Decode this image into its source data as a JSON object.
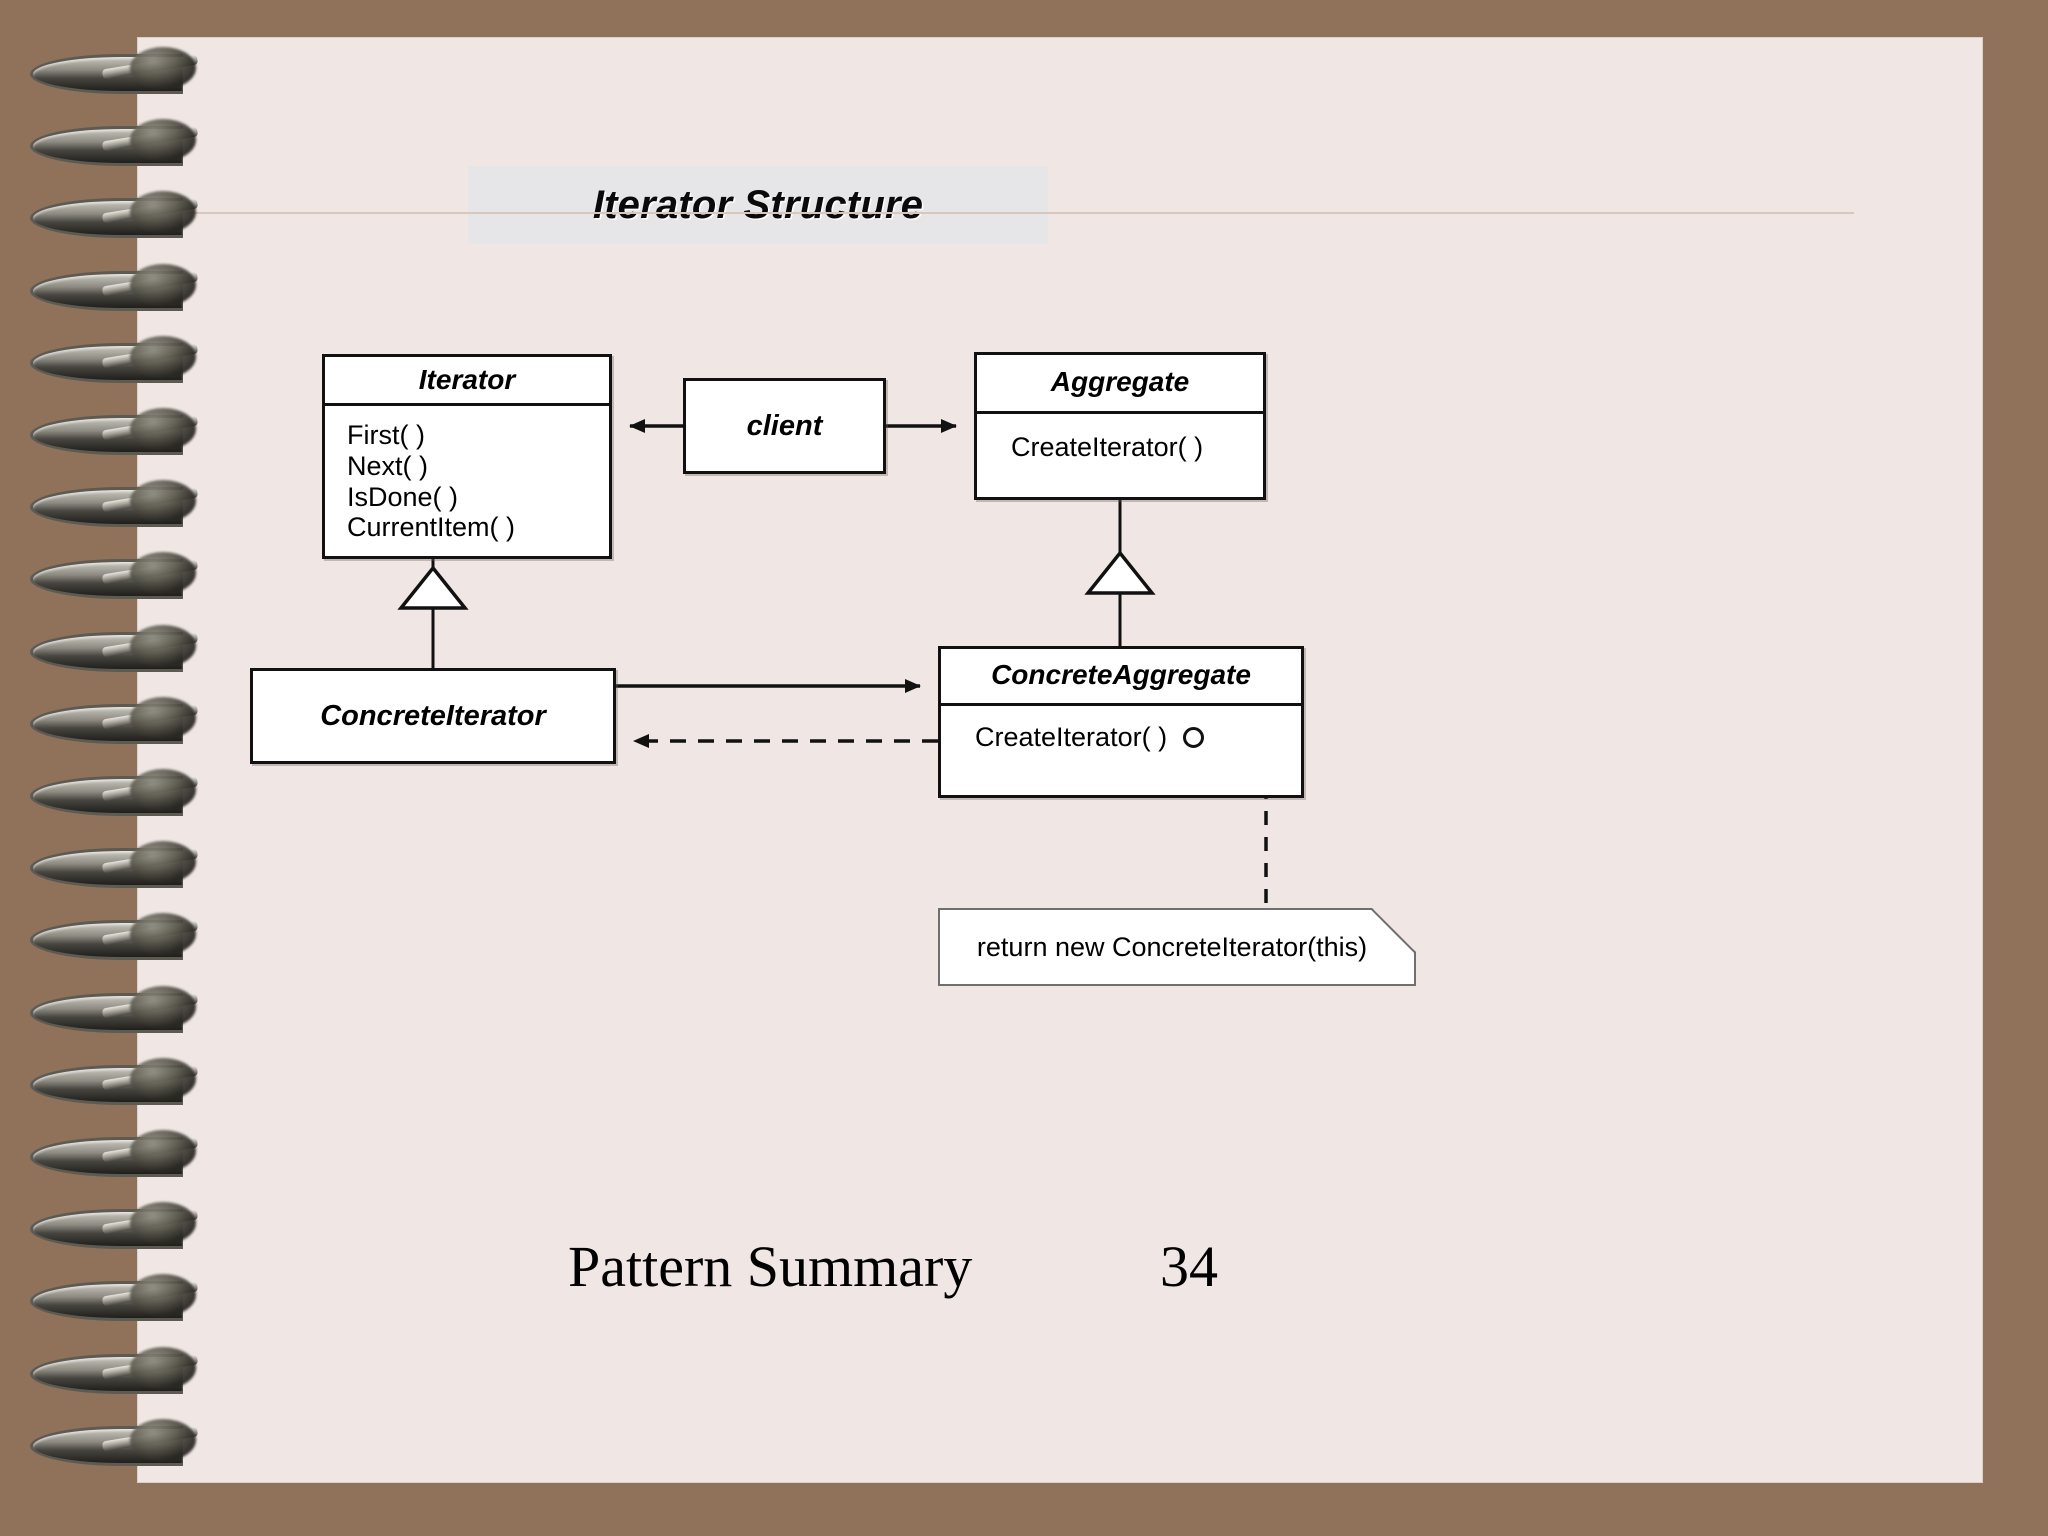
{
  "slide": {
    "title": "Iterator Structure",
    "footer_title": "Pattern Summary",
    "page_number": "34"
  },
  "colors": {
    "background": "#8f7259",
    "page": "#f0e7e5",
    "title_banner": "#e6e6e8",
    "title_rule": "#d6c8bd",
    "box_fill": "#ffffff",
    "box_stroke": "#111111",
    "note_stroke": "#6f6f6f"
  },
  "diagram": {
    "type": "uml-class-diagram",
    "classes": [
      {
        "id": "iterator",
        "name": "Iterator",
        "abstract": true,
        "operations": [
          "First( )",
          "Next( )",
          "IsDone( )",
          "CurrentItem( )"
        ]
      },
      {
        "id": "client",
        "name": "client",
        "abstract": false,
        "operations": []
      },
      {
        "id": "aggregate",
        "name": "Aggregate",
        "abstract": true,
        "operations": [
          "CreateIterator( )"
        ]
      },
      {
        "id": "concreteiterator",
        "name": "ConcreteIterator",
        "abstract": false,
        "operations": []
      },
      {
        "id": "concreteaggregate",
        "name": "ConcreteAggregate",
        "abstract": false,
        "operations": [
          "CreateIterator( )"
        ]
      }
    ],
    "note": {
      "text": "return new ConcreteIterator(this)",
      "anchored_to": "concreteaggregate.CreateIterator( )"
    },
    "relations": [
      {
        "from": "client",
        "to": "iterator",
        "kind": "association",
        "line": "solid",
        "arrow": "open-filled"
      },
      {
        "from": "client",
        "to": "aggregate",
        "kind": "association",
        "line": "solid",
        "arrow": "open-filled"
      },
      {
        "from": "concreteiterator",
        "to": "iterator",
        "kind": "generalization",
        "line": "solid",
        "arrow": "hollow-triangle"
      },
      {
        "from": "concreteaggregate",
        "to": "aggregate",
        "kind": "generalization",
        "line": "solid",
        "arrow": "hollow-triangle"
      },
      {
        "from": "concreteiterator",
        "to": "concreteaggregate",
        "kind": "association",
        "line": "solid",
        "arrow": "open-filled"
      },
      {
        "from": "concreteaggregate",
        "to": "concreteiterator",
        "kind": "dependency",
        "line": "dashed",
        "arrow": "open-filled"
      }
    ]
  },
  "binding": {
    "type": "spiral-wire-binding",
    "ring_count": 20
  }
}
